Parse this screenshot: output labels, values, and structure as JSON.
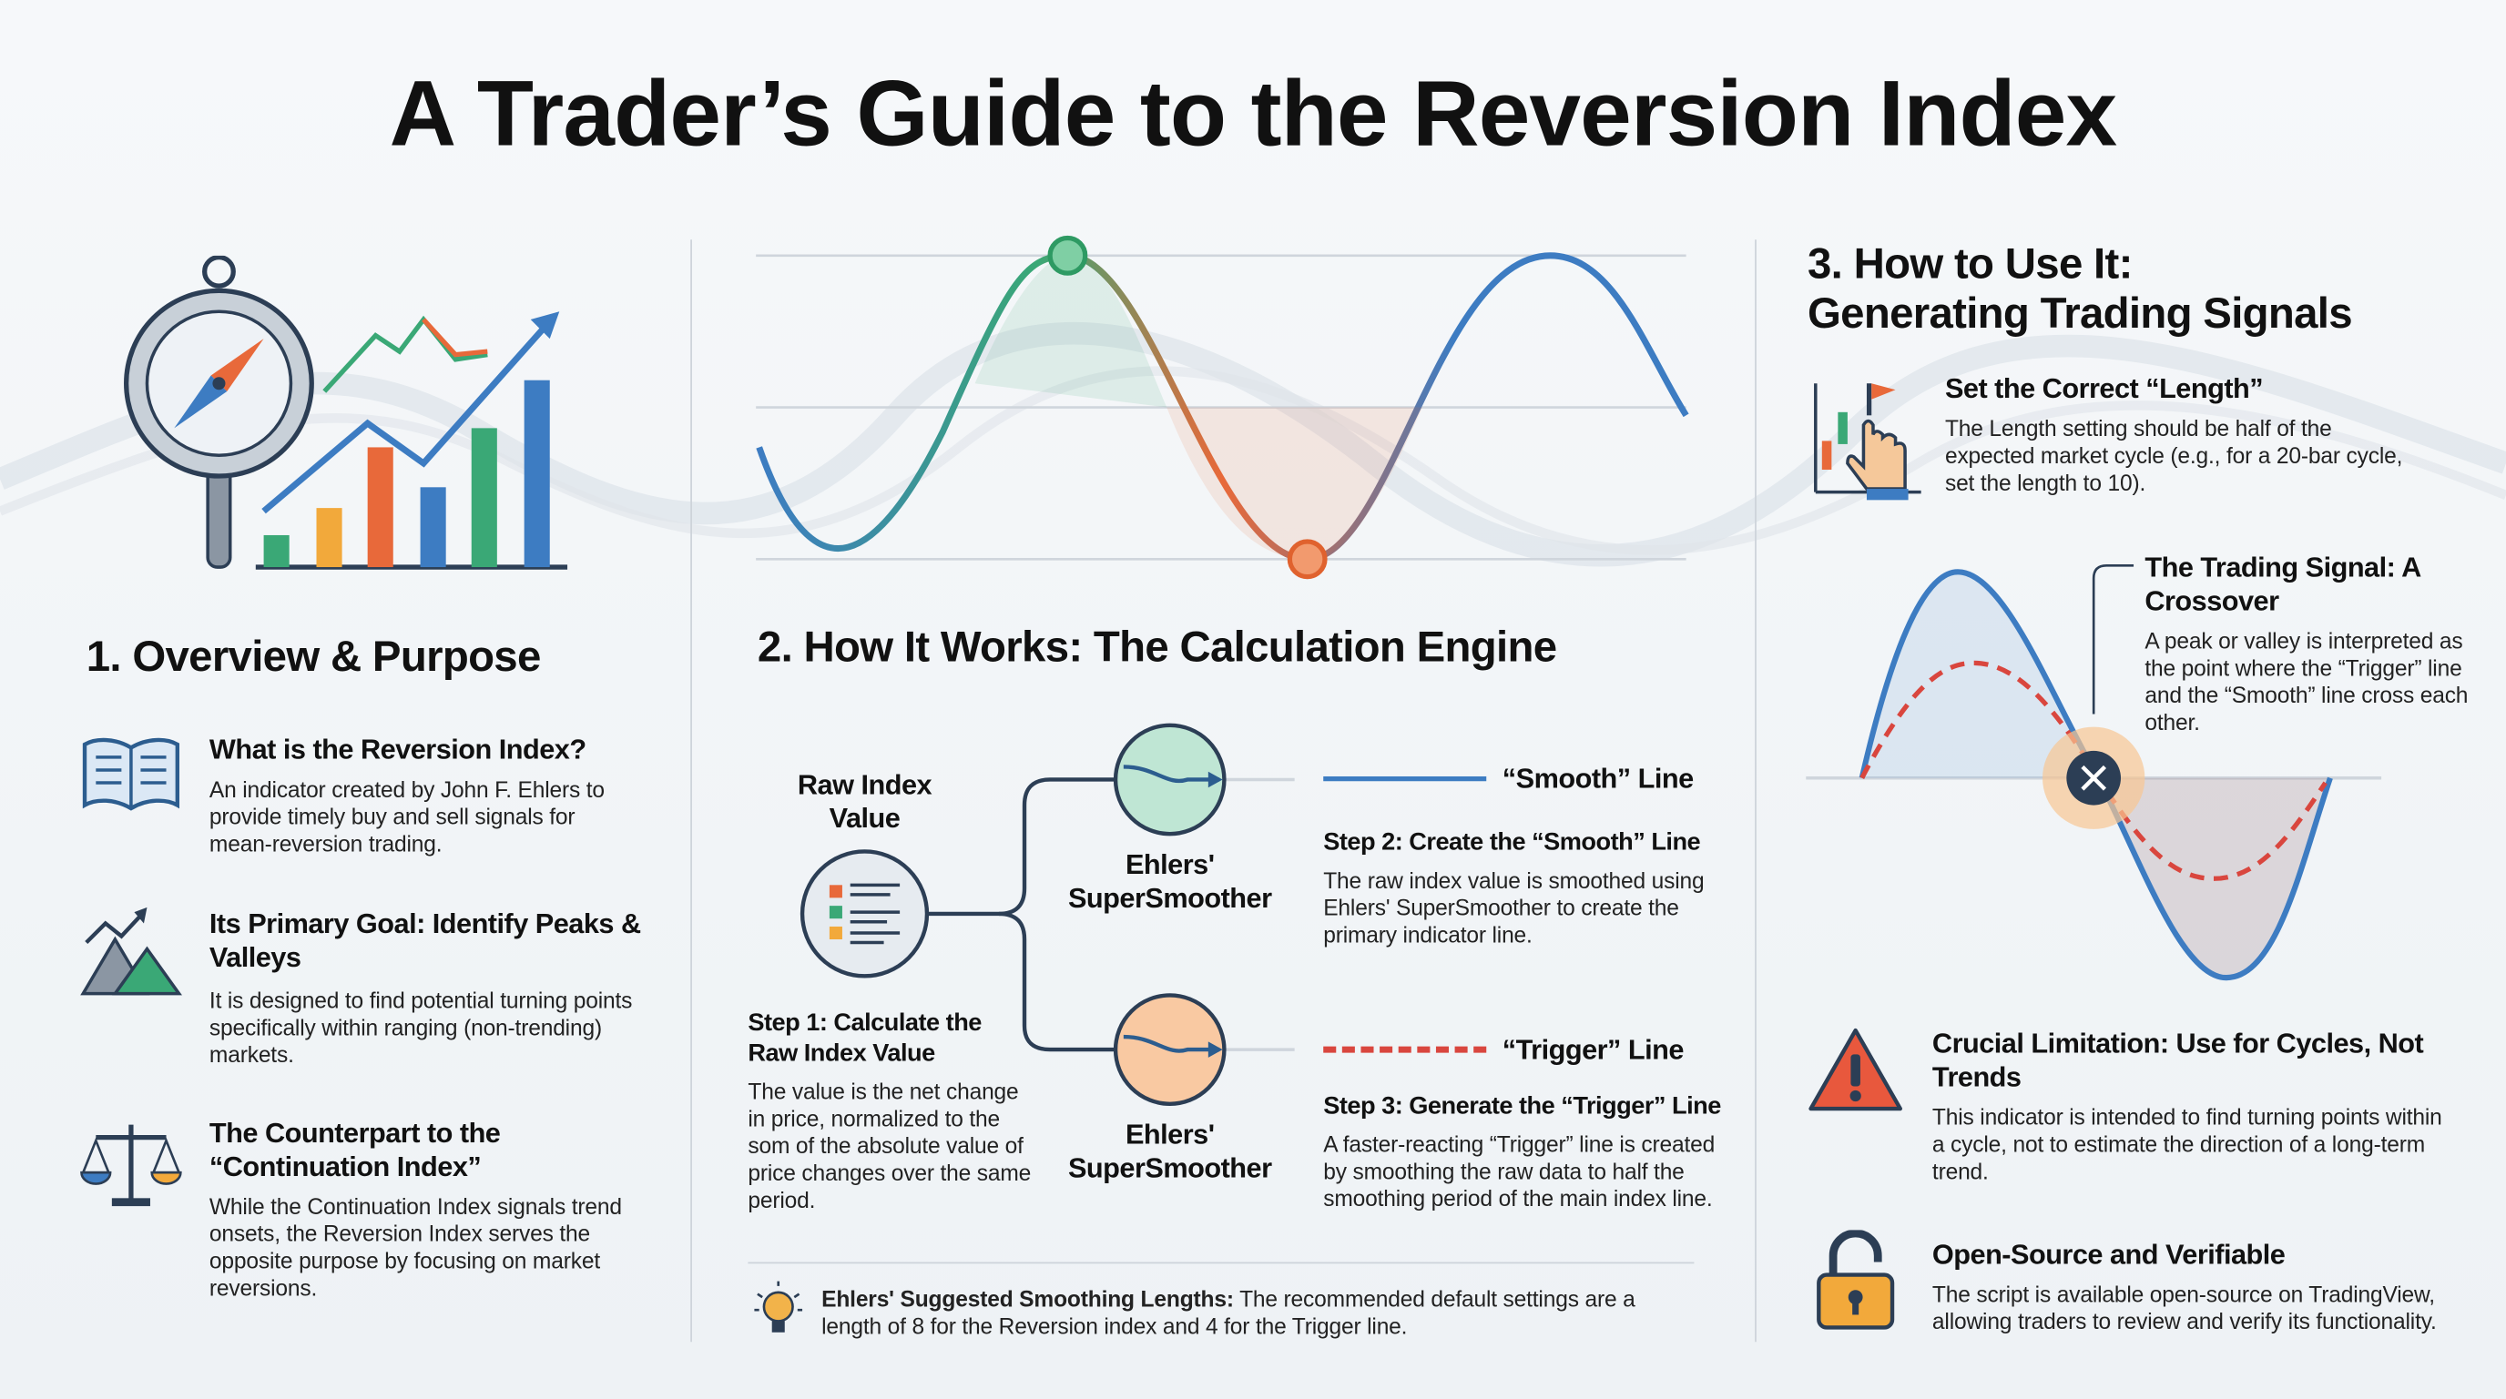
{
  "title": "A Trader’s Guide to the Reversion Index",
  "colors": {
    "blue": "#3d7cc2",
    "green": "#3aa876",
    "orange": "#e8693a",
    "red": "#d9463e",
    "navy": "#2c3e55",
    "amber": "#f2a93b"
  },
  "section1": {
    "heading": "1. Overview & Purpose",
    "items": [
      {
        "icon": "book-icon",
        "title": "What is the Reversion Index?",
        "desc": "An indicator created by John F. Ehlers to provide timely buy and sell signals for mean-reversion trading."
      },
      {
        "icon": "mountains-icon",
        "title": "Its Primary Goal: Identify Peaks & Valleys",
        "desc": "It is designed to find potential turning points specifically within ranging (non-trending) markets."
      },
      {
        "icon": "scales-icon",
        "title": "The Counterpart to the “Continuation Index”",
        "desc": "While the Continuation Index signals trend onsets, the Reversion Index serves the opposite purpose by focusing on market reversions."
      }
    ]
  },
  "section2": {
    "heading": "2. How It Works: The Calculation Engine",
    "raw_label": "Raw Index Value",
    "smoother_label": "Ehlers' SuperSmoother",
    "step1": {
      "title": "Step 1: Calculate the Raw Index Value",
      "desc": "The value is the net change in price, normalized to the som of the absolute value of price changes over the same period."
    },
    "smooth_legend": "“Smooth” Line",
    "step2": {
      "title": "Step 2: Create the “Smooth” Line",
      "desc": "The raw index value is smoothed using Ehlers' SuperSmoother to create the primary indicator line."
    },
    "trigger_legend": "“Trigger” Line",
    "step3": {
      "title": "Step 3: Generate the “Trigger” Line",
      "desc": "A faster-reacting “Trigger” line is created by smoothing the raw data to half the smoothing period of the main index line."
    },
    "tip_bold": "Ehlers' Suggested Smoothing Lengths:",
    "tip_text": " The recommended default settings are a length of 8 for the Reversion index and 4 for the Trigger line."
  },
  "section3": {
    "heading_line1": "3. How to Use It:",
    "heading_line2": "Generating Trading Signals",
    "length": {
      "title": "Set the Correct “Length”",
      "desc": "The Length setting should be half of the expected market cycle (e.g., for a 20-bar cycle, set the length to 10)."
    },
    "signal": {
      "title": "The Trading Signal: A Crossover",
      "desc": "A peak or valley is interpreted as the point where the “Trigger” line and the “Smooth” line cross each other."
    },
    "limitation": {
      "title": "Crucial Limitation: Use for Cycles, Not Trends",
      "desc": "This indicator is intended to find turning points within a cycle, not to estimate the direction of a long-term trend."
    },
    "opensource": {
      "title": "Open-Source and Verifiable",
      "desc": "The script is available open-source on TradingView, allowing traders to review and verify its functionality."
    }
  }
}
